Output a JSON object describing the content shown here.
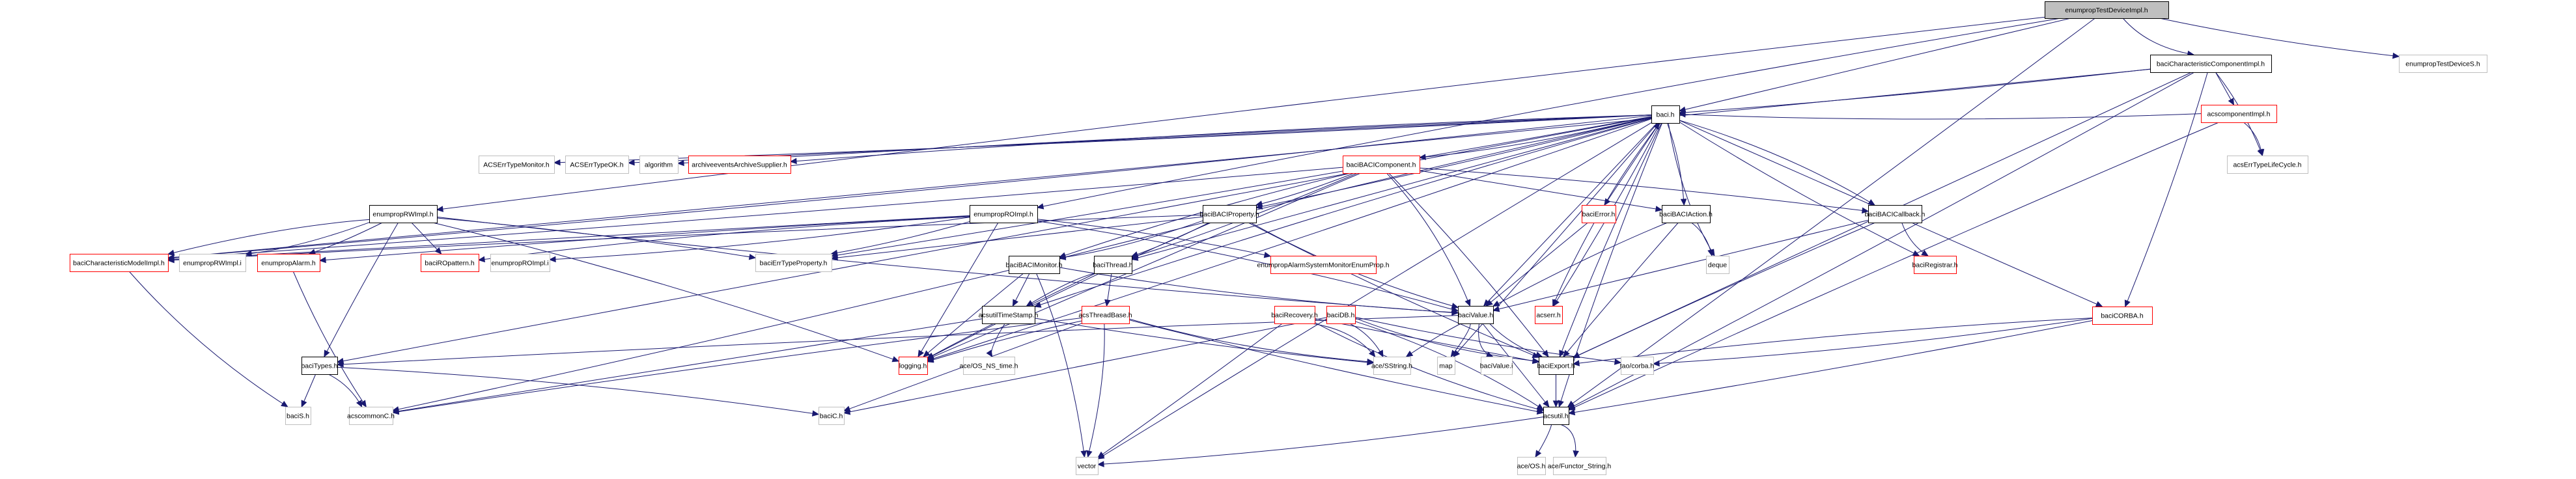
{
  "title": "enumpropTestDeviceImpl.h include dependency graph",
  "colors": {
    "edge": "#191970",
    "root_fill": "#bfbfbf",
    "documented_border": "#000000",
    "truncated_border": "#ff0000",
    "undocumented_border": "#bfbfbf",
    "node_fill": "#ffffff"
  },
  "nodes": [
    {
      "id": "root",
      "label": "enumpropTestDeviceImpl.h",
      "kind": "root"
    },
    {
      "id": "charCompImpl",
      "label": "baciCharacteristicComponentImpl.h",
      "kind": "documented"
    },
    {
      "id": "testDeviceS",
      "label": "enumpropTestDeviceS.h",
      "kind": "external"
    },
    {
      "id": "baci",
      "label": "baci.h",
      "kind": "documented"
    },
    {
      "id": "acscomponentImpl",
      "label": "acscomponentImpl.h",
      "kind": "truncated"
    },
    {
      "id": "acsErrTypeMonitor",
      "label": "ACSErrTypeMonitor.h",
      "kind": "external"
    },
    {
      "id": "acsErrTypeOK",
      "label": "ACSErrTypeOK.h",
      "kind": "external"
    },
    {
      "id": "algorithm",
      "label": "algorithm",
      "kind": "external"
    },
    {
      "id": "archiveSupplier",
      "label": "archiveeventsArchiveSupplier.h",
      "kind": "truncated"
    },
    {
      "id": "baciBACIComponent",
      "label": "baciBACIComponent.h",
      "kind": "truncated"
    },
    {
      "id": "acsErrTypeLifeCycle",
      "label": "acsErrTypeLifeCycle.h",
      "kind": "external"
    },
    {
      "id": "enumpropRWImpl",
      "label": "enumpropRWImpl.h",
      "kind": "documented"
    },
    {
      "id": "enumpropROImpl",
      "label": "enumpropROImpl.h",
      "kind": "documented"
    },
    {
      "id": "baciBACIProperty",
      "label": "baciBACIProperty.h",
      "kind": "documented"
    },
    {
      "id": "baciError",
      "label": "baciError.h",
      "kind": "truncated"
    },
    {
      "id": "baciBACIAction",
      "label": "baciBACIAction.h",
      "kind": "documented"
    },
    {
      "id": "baciBACICallback",
      "label": "baciBACICallback.h",
      "kind": "documented"
    },
    {
      "id": "charModelImpl",
      "label": "baciCharacteristicModelImpl.h",
      "kind": "truncated"
    },
    {
      "id": "enumpropRWImpl_i",
      "label": "enumpropRWImpl.i",
      "kind": "external"
    },
    {
      "id": "enumpropAlarm",
      "label": "enumpropAlarm.h",
      "kind": "truncated"
    },
    {
      "id": "baciROpattern",
      "label": "baciROpattern.h",
      "kind": "truncated"
    },
    {
      "id": "enumpropROImpl_i",
      "label": "enumpropROImpl.i",
      "kind": "external"
    },
    {
      "id": "baciErrTypeProperty",
      "label": "baciErrTypeProperty.h",
      "kind": "external"
    },
    {
      "id": "baciBACIMonitor",
      "label": "baciBACIMonitor.h",
      "kind": "documented"
    },
    {
      "id": "baciThread",
      "label": "baciThread.h",
      "kind": "documented"
    },
    {
      "id": "alarmSysMonitor",
      "label": "enumpropAlarmSystemMonitorEnumProp.h",
      "kind": "truncated"
    },
    {
      "id": "deque",
      "label": "deque",
      "kind": "external"
    },
    {
      "id": "baciRegistrar",
      "label": "baciRegistrar.h",
      "kind": "truncated"
    },
    {
      "id": "acsutilTimeStamp",
      "label": "acsutilTimeStamp.h",
      "kind": "documented"
    },
    {
      "id": "acsThreadBase",
      "label": "acsThreadBase.h",
      "kind": "truncated"
    },
    {
      "id": "baciRecovery",
      "label": "baciRecovery.h",
      "kind": "truncated"
    },
    {
      "id": "baciDB",
      "label": "baciDB.h",
      "kind": "truncated"
    },
    {
      "id": "baciValue",
      "label": "baciValue.h",
      "kind": "documented"
    },
    {
      "id": "acserr",
      "label": "acserr.h",
      "kind": "truncated"
    },
    {
      "id": "baciCORBA",
      "label": "baciCORBA.h",
      "kind": "truncated"
    },
    {
      "id": "baciTypes",
      "label": "baciTypes.h",
      "kind": "documented"
    },
    {
      "id": "logging",
      "label": "logging.h",
      "kind": "truncated"
    },
    {
      "id": "aceOSNStime",
      "label": "ace/OS_NS_time.h",
      "kind": "external"
    },
    {
      "id": "aceSString",
      "label": "ace/SString.h",
      "kind": "external"
    },
    {
      "id": "map",
      "label": "map",
      "kind": "external"
    },
    {
      "id": "baciValue_i",
      "label": "baciValue.i",
      "kind": "external"
    },
    {
      "id": "baciExport",
      "label": "baciExport.h",
      "kind": "documented"
    },
    {
      "id": "taoCorba",
      "label": "tao/corba.h",
      "kind": "external"
    },
    {
      "id": "baciS",
      "label": "baciS.h",
      "kind": "external"
    },
    {
      "id": "acscommonC",
      "label": "acscommonC.h",
      "kind": "external"
    },
    {
      "id": "baciC",
      "label": "baciC.h",
      "kind": "external"
    },
    {
      "id": "acsutil",
      "label": "acsutil.h",
      "kind": "documented"
    },
    {
      "id": "vector",
      "label": "vector",
      "kind": "external"
    },
    {
      "id": "aceOS",
      "label": "ace/OS.h",
      "kind": "external"
    },
    {
      "id": "aceFunctorString",
      "label": "ace/Functor_String.h",
      "kind": "external"
    }
  ],
  "edges": [
    [
      "root",
      "charCompImpl"
    ],
    [
      "root",
      "testDeviceS"
    ],
    [
      "root",
      "baci"
    ],
    [
      "root",
      "enumpropRWImpl"
    ],
    [
      "root",
      "enumpropROImpl"
    ],
    [
      "root",
      "acsutil"
    ],
    [
      "charCompImpl",
      "baci"
    ],
    [
      "charCompImpl",
      "acscomponentImpl"
    ],
    [
      "charCompImpl",
      "acsErrTypeLifeCycle"
    ],
    [
      "charCompImpl",
      "baciCORBA"
    ],
    [
      "charCompImpl",
      "acsutil"
    ],
    [
      "charCompImpl",
      "charModelImpl"
    ],
    [
      "charCompImpl",
      "baciExport"
    ],
    [
      "acscomponentImpl",
      "acsErrTypeLifeCycle"
    ],
    [
      "acscomponentImpl",
      "acsutil"
    ],
    [
      "acscomponentImpl",
      "baci"
    ],
    [
      "baci",
      "acsErrTypeMonitor"
    ],
    [
      "baci",
      "acsErrTypeOK"
    ],
    [
      "baci",
      "algorithm"
    ],
    [
      "baci",
      "archiveSupplier"
    ],
    [
      "baci",
      "baciBACIComponent"
    ],
    [
      "baci",
      "baciBACIProperty"
    ],
    [
      "baci",
      "baciError"
    ],
    [
      "baci",
      "baciBACIAction"
    ],
    [
      "baci",
      "baciBACICallback"
    ],
    [
      "baci",
      "deque"
    ],
    [
      "baci",
      "baciRegistrar"
    ],
    [
      "baci",
      "baciCORBA"
    ],
    [
      "baci",
      "baciValue"
    ],
    [
      "baci",
      "acserr"
    ],
    [
      "baci",
      "baciExport"
    ],
    [
      "baci",
      "logging"
    ],
    [
      "baci",
      "baciThread"
    ],
    [
      "baci",
      "baciBACIMonitor"
    ],
    [
      "baci",
      "acsutilTimeStamp"
    ],
    [
      "baci",
      "charModelImpl"
    ],
    [
      "baci",
      "baciErrTypeProperty"
    ],
    [
      "baci",
      "baciTypes"
    ],
    [
      "baci",
      "vector"
    ],
    [
      "baci",
      "map"
    ],
    [
      "baci",
      "acsutil"
    ],
    [
      "baciBACIComponent",
      "baciBACIProperty"
    ],
    [
      "baciBACIComponent",
      "baciBACIAction"
    ],
    [
      "baciBACIComponent",
      "baciBACICallback"
    ],
    [
      "baciBACIComponent",
      "baciBACIMonitor"
    ],
    [
      "baciBACIComponent",
      "baciThread"
    ],
    [
      "baciBACIComponent",
      "charModelImpl"
    ],
    [
      "baciBACIComponent",
      "logging"
    ],
    [
      "baciBACIComponent",
      "baciExport"
    ],
    [
      "baciBACIComponent",
      "baciValue"
    ],
    [
      "baciError",
      "baci"
    ],
    [
      "baciError",
      "acserr"
    ],
    [
      "baciError",
      "baciValue"
    ],
    [
      "baciBACIAction",
      "deque"
    ],
    [
      "baciBACIAction",
      "baciValue"
    ],
    [
      "baciBACIAction",
      "baciExport"
    ],
    [
      "baciBACICallback",
      "baciRegistrar"
    ],
    [
      "baciBACICallback",
      "baciValue"
    ],
    [
      "baciBACICallback",
      "baciExport"
    ],
    [
      "enumpropRWImpl",
      "charModelImpl"
    ],
    [
      "enumpropRWImpl",
      "enumpropRWImpl_i"
    ],
    [
      "enumpropRWImpl",
      "enumpropAlarm"
    ],
    [
      "enumpropRWImpl",
      "baciROpattern"
    ],
    [
      "enumpropRWImpl",
      "baciErrTypeProperty"
    ],
    [
      "enumpropRWImpl",
      "logging"
    ],
    [
      "enumpropRWImpl",
      "baciValue"
    ],
    [
      "enumpropRWImpl",
      "baciTypes"
    ],
    [
      "enumpropROImpl",
      "charModelImpl"
    ],
    [
      "enumpropROImpl",
      "enumpropAlarm"
    ],
    [
      "enumpropROImpl",
      "baciROpattern"
    ],
    [
      "enumpropROImpl",
      "enumpropROImpl_i"
    ],
    [
      "enumpropROImpl",
      "baciErrTypeProperty"
    ],
    [
      "enumpropROImpl",
      "logging"
    ],
    [
      "enumpropROImpl",
      "alarmSysMonitor"
    ],
    [
      "enumpropROImpl",
      "baciValue"
    ],
    [
      "baciBACIProperty",
      "baciBACIMonitor"
    ],
    [
      "baciBACIProperty",
      "baciThread"
    ],
    [
      "baciBACIProperty",
      "baciErrTypeProperty"
    ],
    [
      "baciBACIProperty",
      "charModelImpl"
    ],
    [
      "baciBACIProperty",
      "logging"
    ],
    [
      "baciBACIProperty",
      "baciValue"
    ],
    [
      "baciBACIProperty",
      "baciExport"
    ],
    [
      "baciBACIMonitor",
      "acsutilTimeStamp"
    ],
    [
      "baciBACIMonitor",
      "logging"
    ],
    [
      "baciBACIMonitor",
      "vector"
    ],
    [
      "baciBACIMonitor",
      "baciValue"
    ],
    [
      "baciBACIMonitor",
      "acscommonC"
    ],
    [
      "baciThread",
      "acsThreadBase"
    ],
    [
      "baciThread",
      "logging"
    ],
    [
      "baciThread",
      "acsutilTimeStamp"
    ],
    [
      "acsutilTimeStamp",
      "aceOSNStime"
    ],
    [
      "acsutilTimeStamp",
      "aceSString"
    ],
    [
      "acsutilTimeStamp",
      "acscommonC"
    ],
    [
      "acsThreadBase",
      "logging"
    ],
    [
      "acsThreadBase",
      "vector"
    ],
    [
      "acsThreadBase",
      "aceSString"
    ],
    [
      "acsThreadBase",
      "acsutil"
    ],
    [
      "acsThreadBase",
      "baciC"
    ],
    [
      "acsThreadBase",
      "acscommonC"
    ],
    [
      "baciRecovery",
      "aceSString"
    ],
    [
      "baciRecovery",
      "acsutil"
    ],
    [
      "baciRecovery",
      "vector"
    ],
    [
      "baciRecovery",
      "baciExport"
    ],
    [
      "baciDB",
      "aceSString"
    ],
    [
      "baciDB",
      "acsutil"
    ],
    [
      "baciDB",
      "baciExport"
    ],
    [
      "baciDB",
      "taoCorba"
    ],
    [
      "baciDB",
      "baciC"
    ],
    [
      "baciValue",
      "aceSString"
    ],
    [
      "baciValue",
      "map"
    ],
    [
      "baciValue",
      "baciValue_i"
    ],
    [
      "baciValue",
      "baciExport"
    ],
    [
      "baciValue",
      "acsutil"
    ],
    [
      "baciValue",
      "baciTypes"
    ],
    [
      "baciCORBA",
      "baciExport"
    ],
    [
      "baciCORBA",
      "taoCorba"
    ],
    [
      "baciCORBA",
      "acsutil"
    ],
    [
      "baciTypes",
      "baciS"
    ],
    [
      "baciTypes",
      "acscommonC"
    ],
    [
      "baciTypes",
      "baciC"
    ],
    [
      "charModelImpl",
      "baciS"
    ],
    [
      "enumpropAlarm",
      "acscommonC"
    ],
    [
      "baciExport",
      "acsutil"
    ],
    [
      "acsutil",
      "aceOS"
    ],
    [
      "acsutil",
      "aceFunctorString"
    ],
    [
      "acsutil",
      "vector"
    ]
  ]
}
